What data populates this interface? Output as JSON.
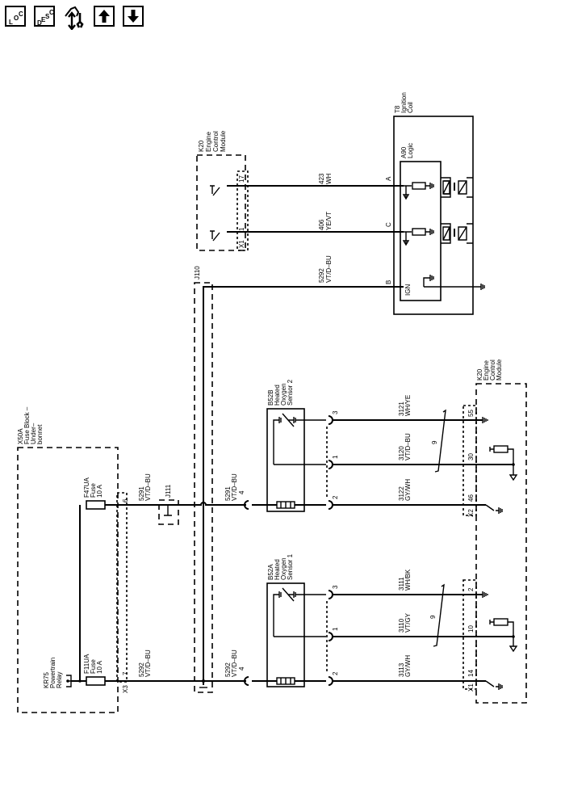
{
  "toolbar": {
    "buttons": [
      {
        "name": "loc-button",
        "letters": [
          "L",
          "O",
          "C"
        ]
      },
      {
        "name": "desc-button",
        "letters": [
          "D",
          "E",
          "S",
          "C"
        ]
      },
      {
        "name": "connector-tool-button",
        "icon": "wiring-tool-icon"
      },
      {
        "name": "previous-button",
        "icon": "arrow-up-icon"
      },
      {
        "name": "next-button",
        "icon": "arrow-down-icon"
      }
    ]
  },
  "components": {
    "k20_top": {
      "id": "K20",
      "lines": [
        "K20",
        "Engine",
        "Control",
        "Module"
      ],
      "connector": "X1",
      "pins": [
        "17",
        "1"
      ]
    },
    "t8": {
      "lines": [
        "T8",
        "Ignition",
        "Coil"
      ]
    },
    "a90": {
      "lines": [
        "A90",
        "Logic"
      ],
      "ign_label": "IGN"
    },
    "j110": {
      "label": "J110"
    },
    "j111": {
      "label": "J111"
    },
    "x50a": {
      "lines": [
        "X50A",
        "Fuse Block –",
        "Under–",
        "bonnet"
      ],
      "connector": "X3",
      "pins": [
        "6",
        "7"
      ]
    },
    "f47ua": {
      "lines": [
        "F47UA",
        "Fuse",
        "10 A"
      ]
    },
    "f11ua": {
      "lines": [
        "F11UA",
        "Fuse",
        "10 A"
      ]
    },
    "kr75": {
      "lines": [
        "KR75",
        "Powertrain",
        "Relay"
      ]
    },
    "b52b": {
      "lines": [
        "B52B",
        "Heated",
        "Oxygen",
        "Sensor 2"
      ],
      "pins": [
        "4",
        "3",
        "1",
        "2"
      ]
    },
    "b52a": {
      "lines": [
        "B52A",
        "Heated",
        "Oxygen",
        "Sensor 1"
      ],
      "pins": [
        "4",
        "3",
        "1",
        "2"
      ]
    },
    "k20_bottom": {
      "lines": [
        "K20",
        "Engine",
        "Control",
        "Module"
      ],
      "connector_x2": "X2",
      "connector_x1": "X1",
      "pins_x2": [
        "55",
        "30",
        "46"
      ],
      "pins_x1": [
        "2",
        "10",
        "14"
      ]
    }
  },
  "coil_pins": [
    "A",
    "C",
    "B"
  ],
  "wires": {
    "w423": {
      "circuit": "423",
      "color": "WH"
    },
    "w406": {
      "circuit": "406",
      "color": "YE/VT"
    },
    "w5292_coil": {
      "circuit": "5292",
      "color": "VT/D–BU"
    },
    "w5291_fuse": {
      "circuit": "5291",
      "color": "VT/D–BU"
    },
    "w5291_sensor": {
      "circuit": "5291",
      "color": "VT/D–BU"
    },
    "w5292_fuse": {
      "circuit": "5292",
      "color": "VT/D–BU"
    },
    "w5292_sensor": {
      "circuit": "5292",
      "color": "VT/D–BU"
    },
    "w3121": {
      "circuit": "3121",
      "color": "WH/YE"
    },
    "w3120": {
      "circuit": "3120",
      "color": "VT/D–BU"
    },
    "w3122": {
      "circuit": "3122",
      "color": "GY/WH"
    },
    "w3111": {
      "circuit": "3111",
      "color": "WH/BK"
    },
    "w3110": {
      "circuit": "3110",
      "color": "VT/GY"
    },
    "w3113": {
      "circuit": "3113",
      "color": "GY/WH"
    }
  },
  "shield_labels": [
    "9",
    "9"
  ]
}
